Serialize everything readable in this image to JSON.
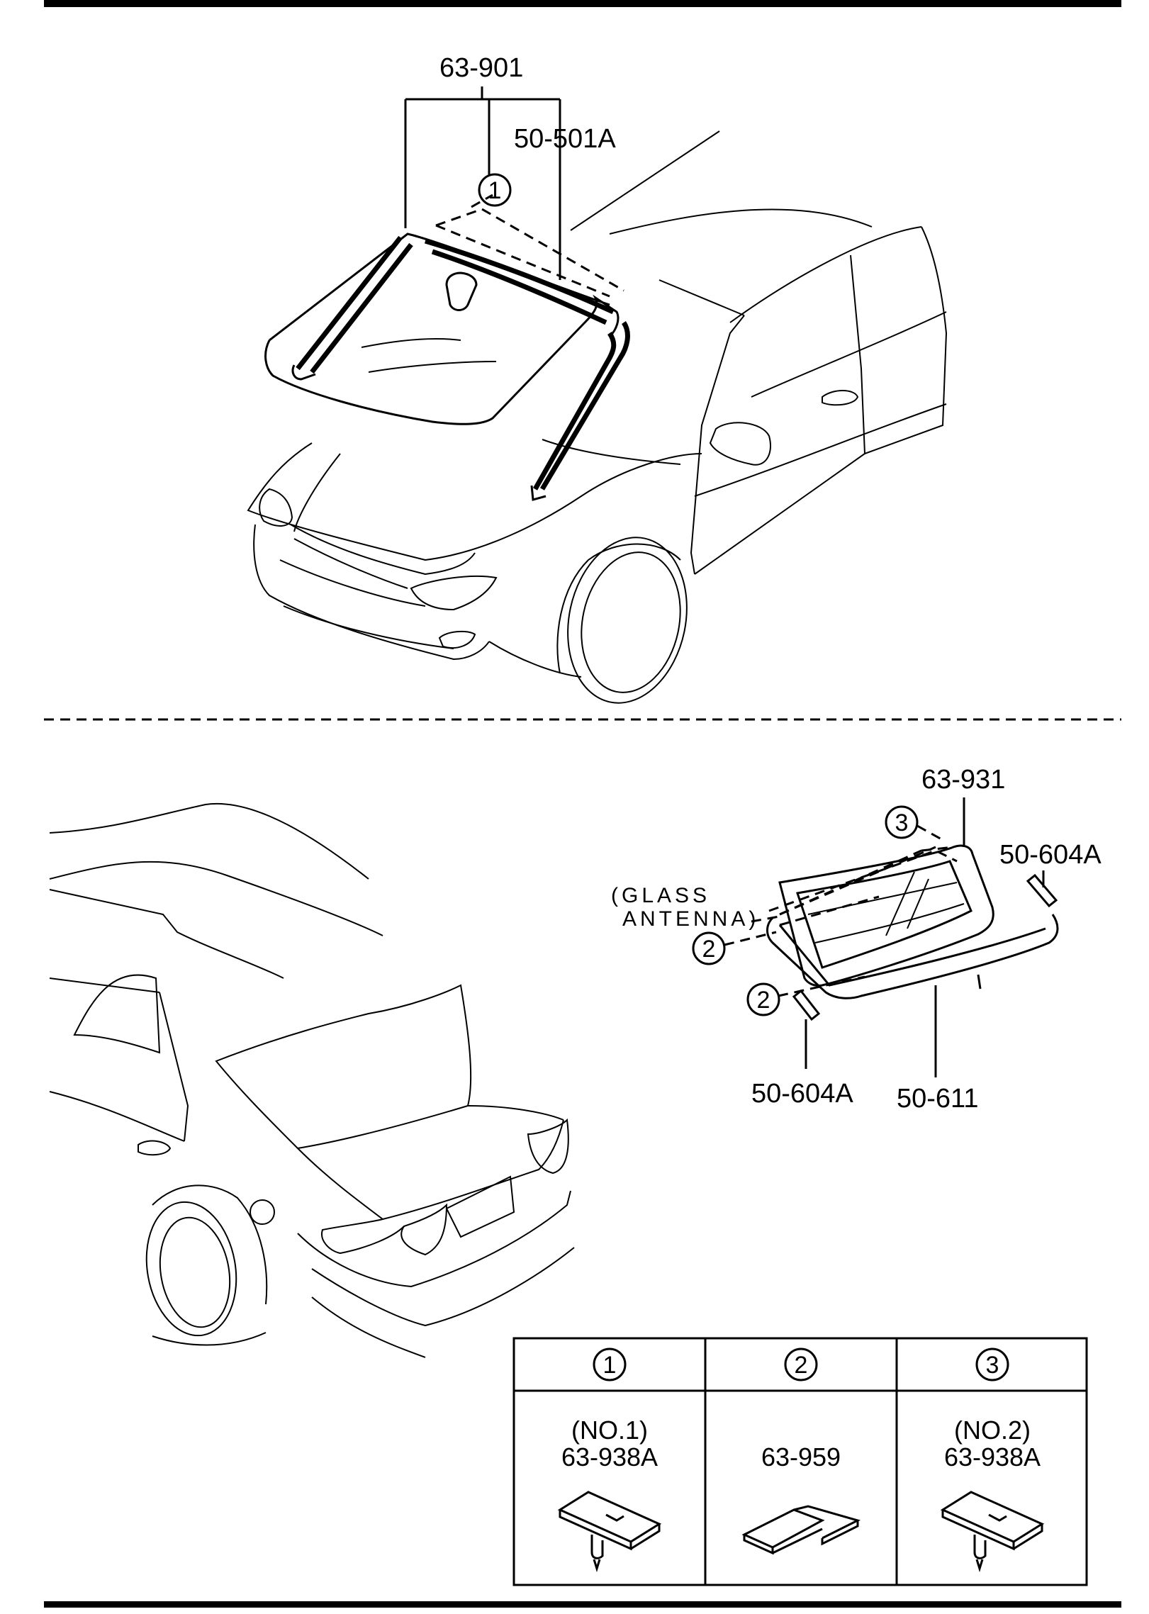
{
  "windshield_section": {
    "assembly_label": "63-901",
    "molding_label": "50-501A",
    "clip_ref": "1"
  },
  "rear_window_section": {
    "assembly_label": "63-931",
    "clip_ref_top": "3",
    "clip_ref_mid": "2",
    "clip_ref_low": "2",
    "glass_antenna_line1": "(GLASS",
    "glass_antenna_line2": "ANTENNA)",
    "spacer_right_label": "50-604A",
    "spacer_left_label": "50-604A",
    "dam_label": "50-611"
  },
  "clip_table": {
    "columns": [
      {
        "ref": "1",
        "variant": "(NO.1)",
        "part": "63-938A"
      },
      {
        "ref": "2",
        "variant": "",
        "part": "63-959"
      },
      {
        "ref": "3",
        "variant": "(NO.2)",
        "part": "63-938A"
      }
    ]
  }
}
